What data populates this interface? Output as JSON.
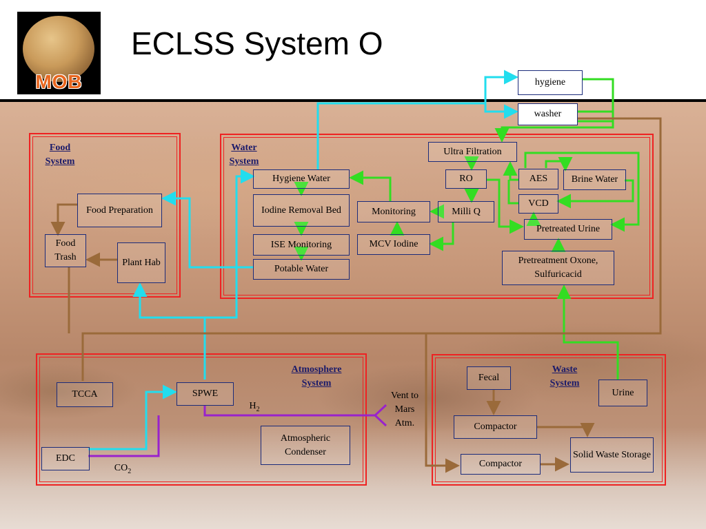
{
  "title": "ECLSS System O",
  "logo": {
    "text": "MOB"
  },
  "systems": {
    "food": "Food System",
    "water": "Water System",
    "atmosphere": "Atmosphere System",
    "waste": "Waste System"
  },
  "nodes": {
    "hygiene": "hygiene",
    "washer": "washer",
    "ultra_filtration": "Ultra Filtration",
    "ro": "RO",
    "aes": "AES",
    "brine_water": "Brine Water",
    "vcd": "VCD",
    "milli_q": "Milli Q",
    "pretreated_urine": "Pretreated Urine",
    "pretreatment": "Pretreatment Oxone, Sulfuricacid",
    "hygiene_water": "Hygiene Water",
    "iodine_bed": "Iodine Removal Bed",
    "ise_monitoring": "ISE Monitoring",
    "potable_water": "Potable Water",
    "monitoring": "Monitoring",
    "mcv_iodine": "MCV Iodine",
    "food_prep": "Food Preparation",
    "food_trash": "Food Trash",
    "plant_hab": "Plant Hab",
    "tcca": "TCCA",
    "spwe": "SPWE",
    "edc": "EDC",
    "atm_condenser": "Atmospheric Condenser",
    "fecal": "Fecal",
    "urine": "Urine",
    "compactor_1": "Compactor",
    "compactor_2": "Compactor",
    "solid_waste": "Solid Waste Storage"
  },
  "labels": {
    "vent": "Vent to Mars Atm.",
    "h2": "H2",
    "co2": "CO2"
  },
  "colors": {
    "water_flow": "#22ddee",
    "green_flow": "#33dd22",
    "waste_flow": "#9a6a3a",
    "gas_flow": "#9922cc",
    "system_border": "#e22222"
  }
}
